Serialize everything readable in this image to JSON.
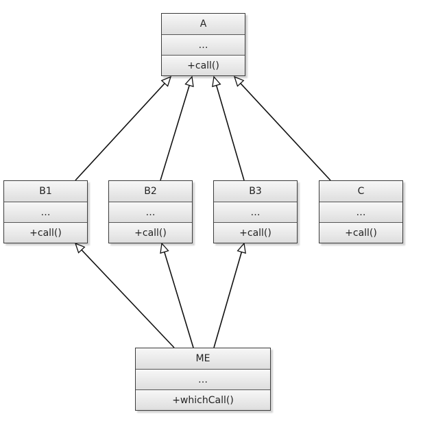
{
  "classes": {
    "A": {
      "name": "A",
      "attrs": "…",
      "method": "+call()"
    },
    "B1": {
      "name": "B1",
      "attrs": "…",
      "method": "+call()"
    },
    "B2": {
      "name": "B2",
      "attrs": "…",
      "method": "+call()"
    },
    "B3": {
      "name": "B3",
      "attrs": "…",
      "method": "+call()"
    },
    "C": {
      "name": "C",
      "attrs": "…",
      "method": "+call()"
    },
    "ME": {
      "name": "ME",
      "attrs": "…",
      "method": "+whichCall()"
    }
  },
  "relations": [
    {
      "from": "B1",
      "to": "A",
      "type": "generalization"
    },
    {
      "from": "B2",
      "to": "A",
      "type": "generalization"
    },
    {
      "from": "B3",
      "to": "A",
      "type": "generalization"
    },
    {
      "from": "C",
      "to": "A",
      "type": "generalization"
    },
    {
      "from": "ME",
      "to": "B1",
      "type": "generalization"
    },
    {
      "from": "ME",
      "to": "B2",
      "type": "generalization"
    },
    {
      "from": "ME",
      "to": "B3",
      "type": "generalization"
    }
  ]
}
